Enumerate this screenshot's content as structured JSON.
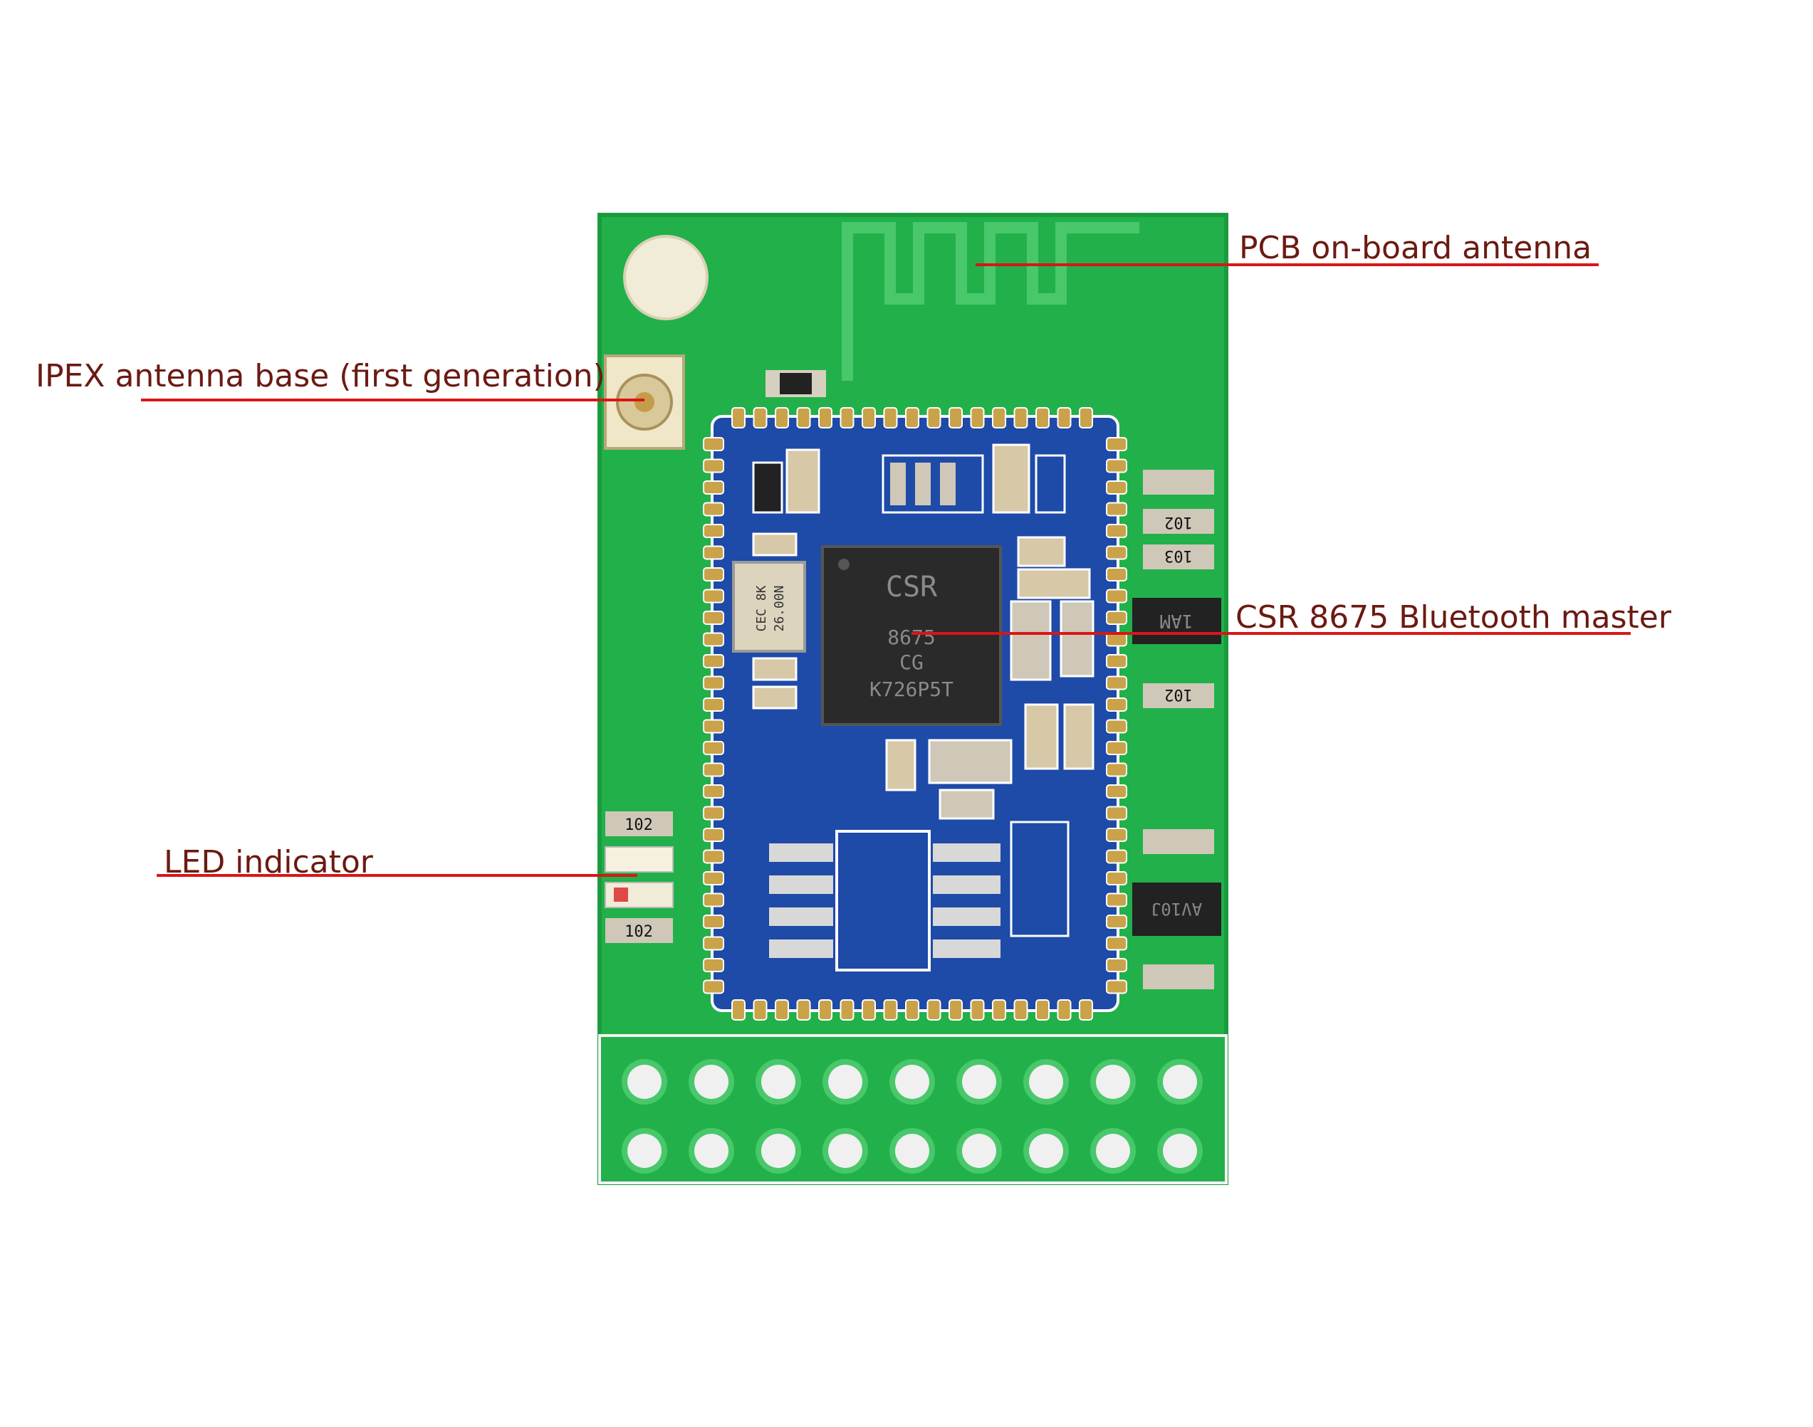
{
  "callouts": {
    "pcb_antenna": "PCB on-board antenna",
    "ipex_base": "IPEX antenna base (first generation)",
    "csr_chip": "CSR 8675 Bluetooth master",
    "led": "LED indicator"
  },
  "chip_marking": {
    "line1": "CSR",
    "line2": "8675",
    "line3": "CG",
    "line4": "K726P5T"
  },
  "crystal_marking": {
    "line1": "CEC 8K",
    "line2": "26.00N"
  },
  "resistor_codes": {
    "r_102": "102",
    "r_103": "103",
    "reg_1": "1AM",
    "reg_2": "AV10J"
  },
  "colors": {
    "pcb_green": "#22b04a",
    "module_blue": "#1e4aa8",
    "callout_line": "#d91616",
    "callout_text": "#6b1a12",
    "chip_black": "#2a2a2a",
    "gold_pad": "#c9a24a"
  }
}
